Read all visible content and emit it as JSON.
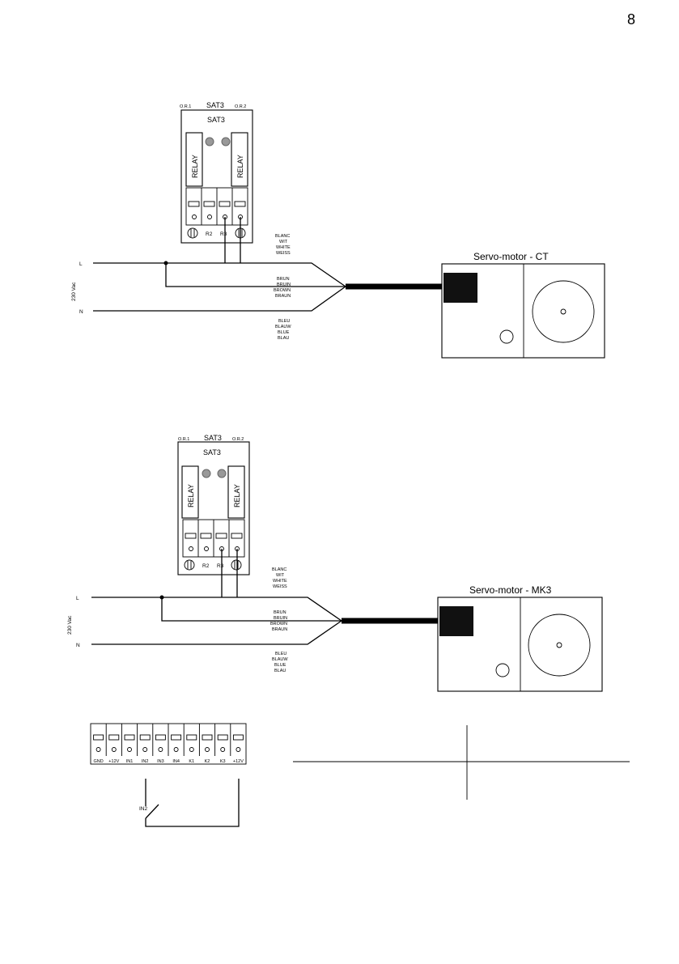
{
  "page_number": "8",
  "diagram_ct": {
    "sat3": {
      "top_left_label": "O.R.1",
      "top_label": "SAT3",
      "top_right_label": "O.R.2",
      "inner_label": "SAT3",
      "relay_left": "RELAY",
      "relay_right": "RELAY",
      "terminal_labels": [
        "R2",
        "R3"
      ]
    },
    "supply": {
      "voltage": "230 Vac",
      "line": "L",
      "neutral": "N"
    },
    "wires": {
      "white": [
        "BLANC",
        "WIT",
        "WHITE",
        "WEISS"
      ],
      "brown": [
        "BRUN",
        "BRUIN",
        "BROWN",
        "BRAUN"
      ],
      "blue": [
        "BLEU",
        "BLAUW",
        "BLUE",
        "BLAU"
      ]
    },
    "motor_title": "Servo-motor  - CT"
  },
  "diagram_mk3": {
    "sat3": {
      "top_left_label": "O.R.1",
      "top_label": "SAT3",
      "top_right_label": "O.R.2",
      "inner_label": "SAT3",
      "relay_left": "RELAY",
      "relay_right": "RELAY",
      "terminal_labels": [
        "R2",
        "R3"
      ]
    },
    "supply": {
      "voltage": "230 Vac",
      "line": "L",
      "neutral": "N"
    },
    "wires": {
      "white": [
        "BLANC",
        "WIT",
        "WHITE",
        "WEISS"
      ],
      "brown": [
        "BRUN",
        "BRUIN",
        "BROWN",
        "BRAUN"
      ],
      "blue": [
        "BLEU",
        "BLAUW",
        "BLUE",
        "BLAU"
      ]
    },
    "motor_title": "Servo-motor  - MK3"
  },
  "input_block": {
    "terminals": [
      "GND",
      "+12V",
      "IN1",
      "IN2",
      "IN3",
      "IN4",
      "K1",
      "K2",
      "K3",
      "+12V"
    ],
    "switch_label": "IN2"
  }
}
